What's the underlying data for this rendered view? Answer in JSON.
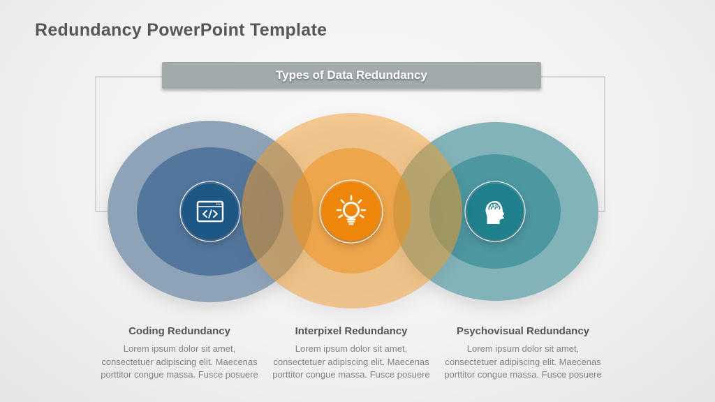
{
  "slide": {
    "title": "Redundancy PowerPoint Template",
    "banner": {
      "label": "Types of Data Redundancy",
      "bg": "#a3aaac",
      "text_color": "#ffffff"
    }
  },
  "columns": [
    {
      "heading": "Coding Redundancy",
      "lines": [
        "Lorem ipsum dolor sit amet,",
        "consectetuer adipiscing elit. Maecenas",
        "porttitor congue massa. Fusce posuere"
      ],
      "icon": "code-window-icon",
      "colors": {
        "outer": "#8fa3b8",
        "mid": "#53779c",
        "core": "#1d5786"
      }
    },
    {
      "heading": "Interpixel Redundancy",
      "lines": [
        "Lorem ipsum dolor sit amet,",
        "consectetuer adipiscing elit. Maecenas",
        "porttitor congue massa. Fusce posuere"
      ],
      "icon": "lightbulb-icon",
      "colors": {
        "outer": "#f49d2e",
        "mid": "#ee8f1a",
        "core": "#ed860b"
      }
    },
    {
      "heading": "Psychovisual Redundancy",
      "lines": [
        "Lorem ipsum dolor sit amet,",
        "consectetuer adipiscing elit. Maecenas",
        "porttitor congue massa. Fusce posuere"
      ],
      "icon": "head-brain-icon",
      "colors": {
        "outer": "#82b3b9",
        "mid": "#4d97a1",
        "core": "#1f818e"
      }
    }
  ]
}
